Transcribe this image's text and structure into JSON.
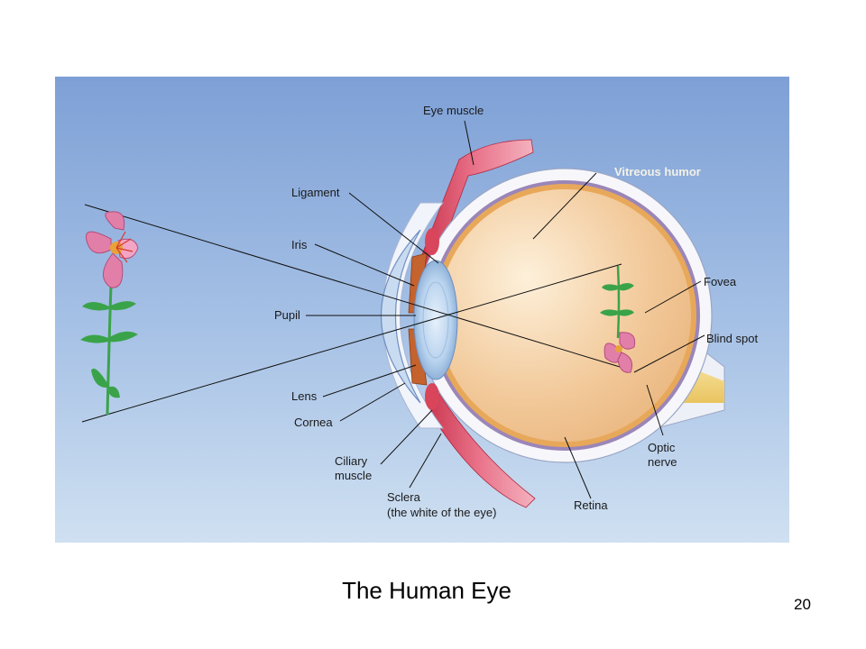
{
  "slide": {
    "title": "The Human Eye",
    "page_number": "20"
  },
  "diagram": {
    "labels": {
      "eye_muscle": "Eye muscle",
      "vitreous_humor": "Vitreous humor",
      "ligament": "Ligament",
      "iris": "Iris",
      "pupil": "Pupil",
      "lens": "Lens",
      "cornea": "Cornea",
      "ciliary_muscle_line1": "Ciliary",
      "ciliary_muscle_line2": "muscle",
      "sclera_line1": "Sclera",
      "sclera_line2": "(the white of the eye)",
      "retina": "Retina",
      "fovea": "Fovea",
      "blind_spot": "Blind spot",
      "optic_nerve_line1": "Optic",
      "optic_nerve_line2": "nerve"
    },
    "colors": {
      "background_top": "#7ea0d6",
      "background_bottom": "#cfe0f1",
      "sclera": "#f7f7fb",
      "choroid": "#9b86b8",
      "retina": "#e8a85a",
      "vitreous": "#f2c99a",
      "muscle": "#d9455a",
      "lens": "#b9d3ee",
      "optic_nerve": "#f3d98a",
      "flower_petal": "#e27fa8",
      "flower_stem": "#3aa34a"
    }
  }
}
